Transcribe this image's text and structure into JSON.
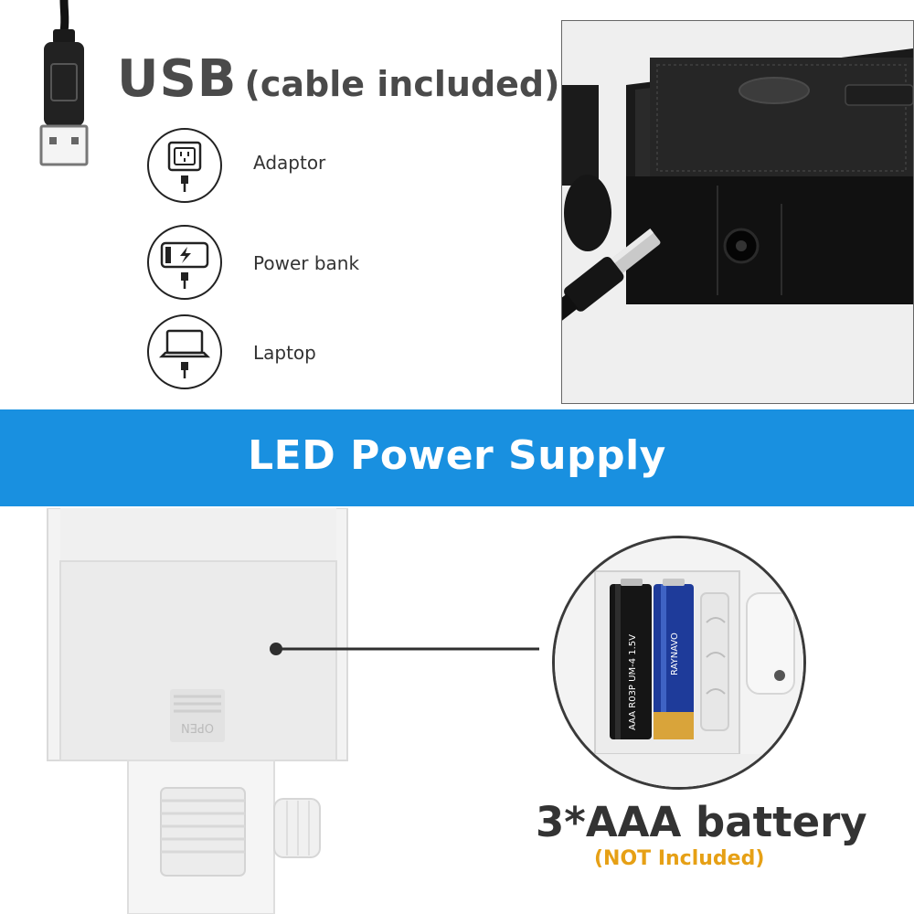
{
  "usb": {
    "title": "USB",
    "subtitle": "(cable included)"
  },
  "sources": [
    {
      "label": "Adaptor",
      "icon": "wall-outlet-icon"
    },
    {
      "label": "Power bank",
      "icon": "power-bank-icon"
    },
    {
      "label": "Laptop",
      "icon": "laptop-icon"
    }
  ],
  "banner": {
    "title": "LED Power Supply",
    "color": "#1990e0"
  },
  "battery": {
    "title": "3*AAA battery",
    "note": "(NOT Included)",
    "note_color": "#e6a015",
    "cover_text": "OPEN",
    "battery_label_dark": "AAA R03P UM-4 1.5V",
    "battery_label_blue": "RAYNAVO"
  }
}
